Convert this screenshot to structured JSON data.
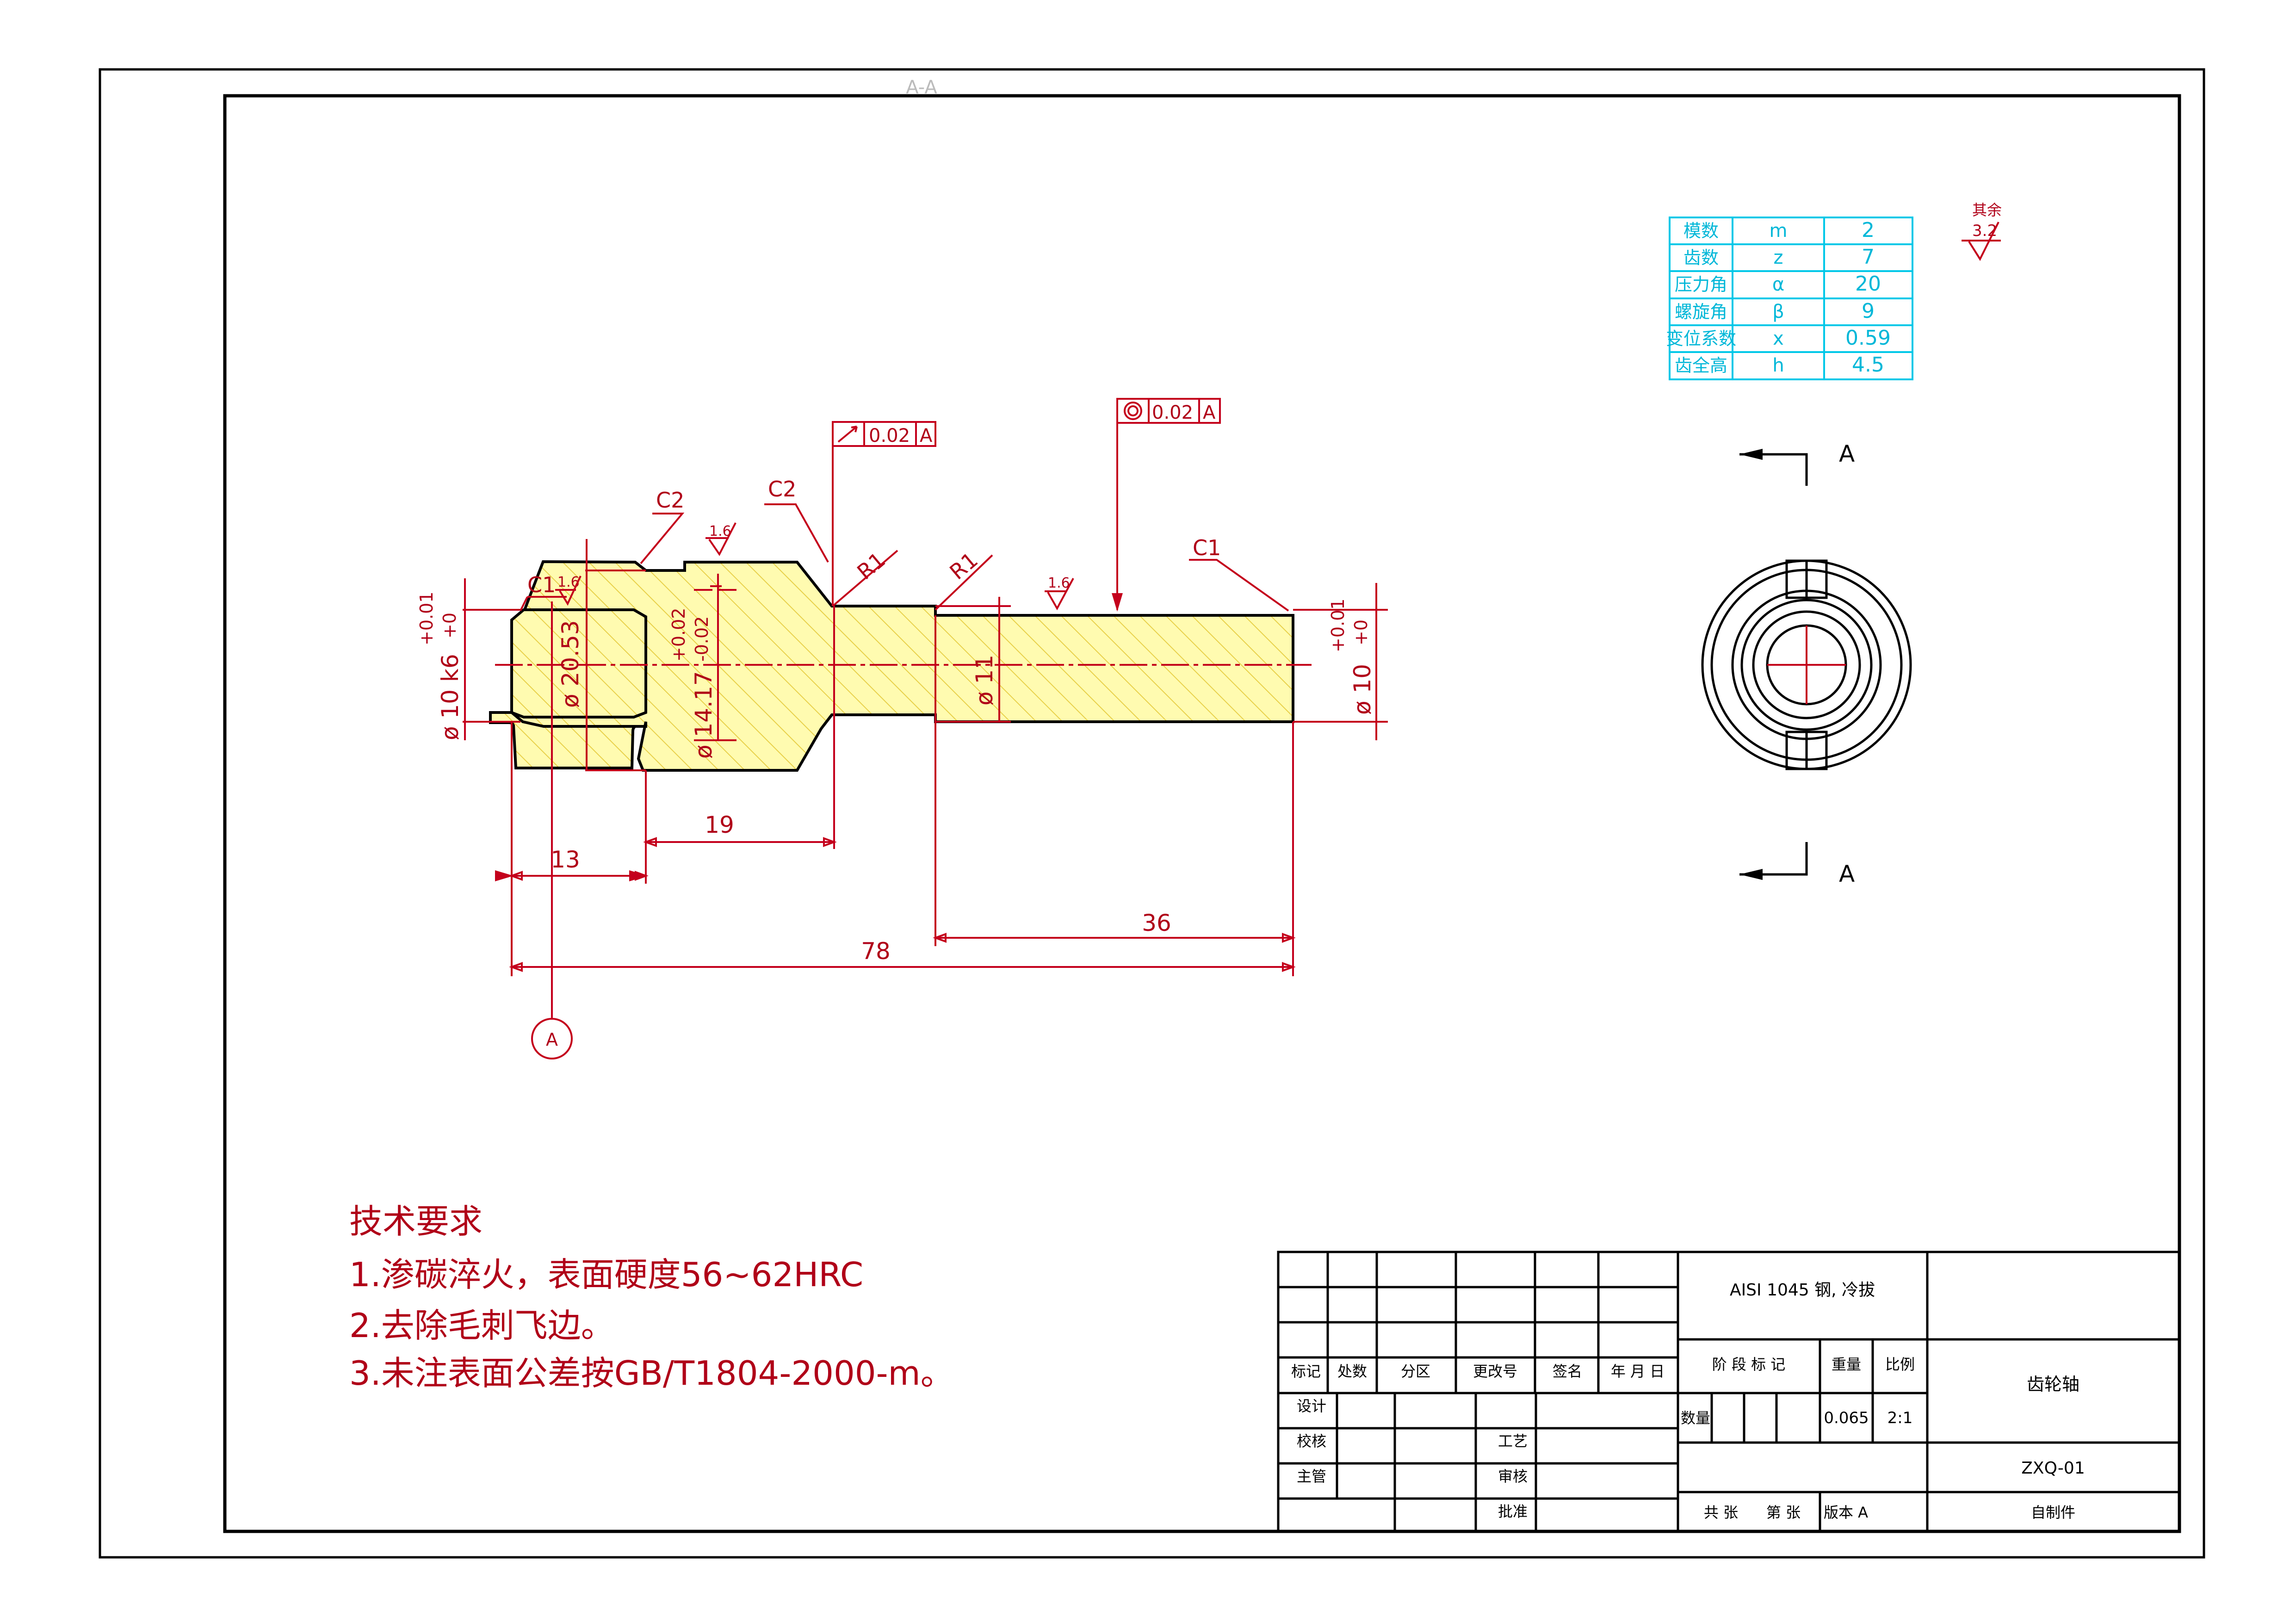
{
  "section_label": "A-A",
  "gear_table": [
    {
      "name": "模数",
      "symbol": "m",
      "value": "2"
    },
    {
      "name": "齿数",
      "symbol": "z",
      "value": "7"
    },
    {
      "name": "压力角",
      "symbol": "α",
      "value": "20"
    },
    {
      "name": "螺旋角",
      "symbol": "β",
      "value": "9"
    },
    {
      "name": "变位系数",
      "symbol": "x",
      "value": "0.59"
    },
    {
      "name": "齿全高",
      "symbol": "h",
      "value": "4.5"
    }
  ],
  "roughness_note": {
    "label": "其余",
    "value": "3.2"
  },
  "dims": {
    "d1": "ø 10  k6",
    "d1_tol_up": "+0.01",
    "d1_tol_low": "+0",
    "d2": "ø 20.53",
    "d3": "ø 14.17",
    "d3_tol_up": "+0.02",
    "d3_tol_low": "-0.02",
    "d4": "ø 11",
    "d5": "ø 10",
    "d5_tol_up": "+0.01",
    "d5_tol_low": "+0",
    "len_13": "13",
    "len_19": "19",
    "len_36": "36",
    "len_78": "78"
  },
  "chamfers": {
    "c1_left": "C1",
    "c2_left": "C2",
    "c2_right": "C2",
    "c1_right": "C1",
    "r1_a": "R1",
    "r1_b": "R1"
  },
  "roughness": {
    "r_a": "1.6",
    "r_b": "1.6",
    "r_c": "1.6"
  },
  "tolerance_frames": {
    "runout": {
      "value": "0.02",
      "datum": "A"
    },
    "concentric": {
      "value": "0.02",
      "datum": "A"
    }
  },
  "datum": "A",
  "section_arrows": {
    "top": "A",
    "bottom": "A"
  },
  "tech_req": {
    "title": "技术要求",
    "line1": "1.渗碳淬火，表面硬度56~62HRC",
    "line2": "2.去除毛刺飞边。",
    "line3": "3.未注表面公差按GB/T1804-2000-m。"
  },
  "title_block": {
    "material": "AISI 1045 钢, 冷拔",
    "part_name": "齿轮轴",
    "drawing_no": "ZXQ-01",
    "self_made": "自制件",
    "headers": [
      "标记",
      "处数",
      "分区",
      "更改号",
      "签名",
      "年 月 日"
    ],
    "design": "设计",
    "check": "校核",
    "manager": "主管",
    "process": "工艺",
    "review": "审核",
    "approve": "批准",
    "stage_mark": "阶 段 标 记",
    "weight_label": "重量",
    "scale_label": "比例",
    "weight": "0.065",
    "scale": "2:1",
    "qty_label": "数量",
    "sheets": "共  张",
    "sheet_no": "第  张",
    "version": "版本 A"
  }
}
